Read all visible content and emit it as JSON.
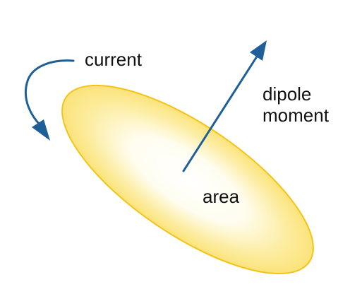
{
  "labels": {
    "current": "current",
    "dipole_line1": "dipole",
    "dipole_line2": "moment",
    "area": "area"
  },
  "colors": {
    "loop_fill_center": "#ffffff",
    "loop_fill_edge": "#fbe57a",
    "loop_outline": "#f2c417",
    "arrow": "#1d5f96",
    "text": "#111111"
  },
  "icons": {
    "current_arrow": "curved-arrow-icon",
    "dipole_arrow": "straight-arrow-icon"
  }
}
